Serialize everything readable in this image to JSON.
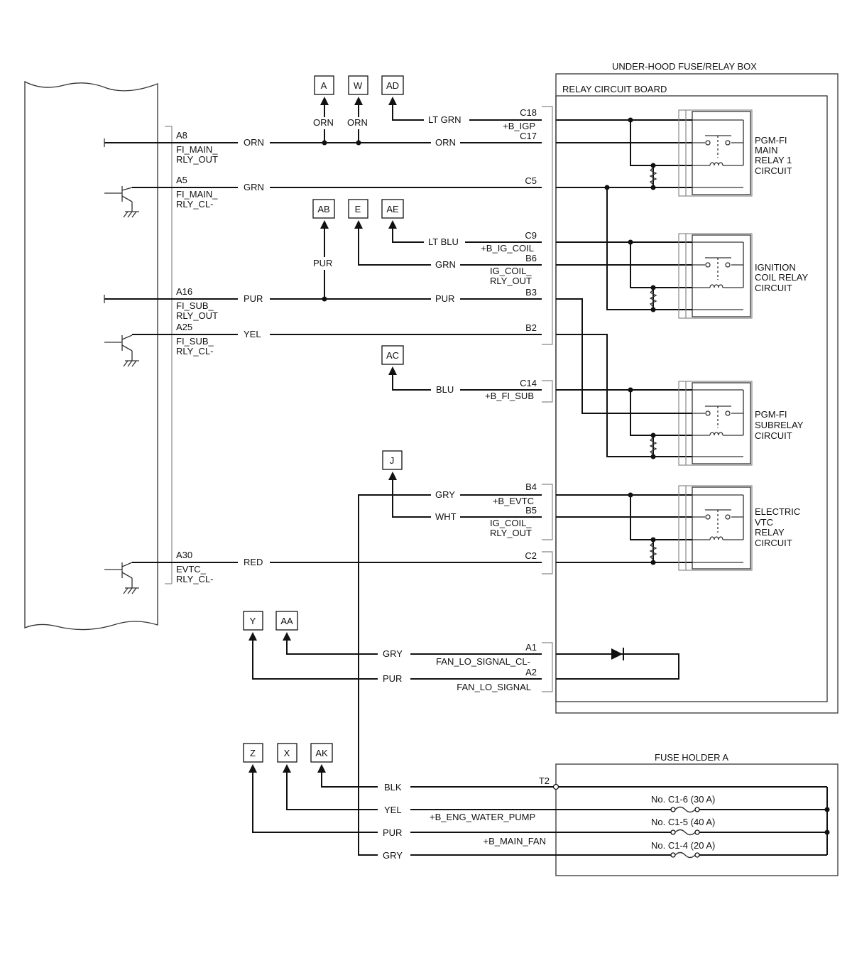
{
  "boxes": {
    "underhood_title": "UNDER-HOOD FUSE/RELAY BOX",
    "relay_board_title": "RELAY CIRCUIT BOARD",
    "fuse_holder_title": "FUSE HOLDER A"
  },
  "ecm_pins": [
    {
      "pin": "A8",
      "name1": "FI_MAIN_",
      "name2": "RLY_OUT",
      "color": "ORN"
    },
    {
      "pin": "A5",
      "name1": "FI_MAIN_",
      "name2": "RLY_CL-",
      "color": "GRN"
    },
    {
      "pin": "A16",
      "name1": "FI_SUB_",
      "name2": "RLY_OUT",
      "color": "PUR"
    },
    {
      "pin": "A25",
      "name1": "FI_SUB_",
      "name2": "RLY_CL-",
      "color": "YEL"
    },
    {
      "pin": "A30",
      "name1": "EVTC_",
      "name2": "RLY_CL-",
      "color": "RED"
    }
  ],
  "connectors": {
    "A": "A",
    "W": "W",
    "AD": "AD",
    "AB": "AB",
    "E": "E",
    "AE": "AE",
    "AC": "AC",
    "J": "J",
    "Y": "Y",
    "AA": "AA",
    "Z": "Z",
    "X": "X",
    "AK": "AK"
  },
  "wires": {
    "orn_a": "ORN",
    "orn_w": "ORN",
    "ltgrn": "LT GRN",
    "orn_c17": "ORN",
    "pur_ab": "PUR",
    "ltblu": "LT BLU",
    "grn_b6": "GRN",
    "pur_b3": "PUR",
    "blu": "BLU",
    "gry_b4": "GRY",
    "wht_b5": "WHT",
    "gry_a1": "GRY",
    "pur_a2": "PUR",
    "blk_t2": "BLK",
    "yel_fh": "YEL",
    "pur_fh": "PUR",
    "gry_fh": "GRY"
  },
  "terminals": {
    "c18": "C18",
    "c18_sig": "+B_IGP",
    "c17": "C17",
    "c5": "C5",
    "c9": "C9",
    "c9_sig": "+B_IG_COIL",
    "b6": "B6",
    "b6_sig1": "IG_COIL_",
    "b6_sig2": "RLY_OUT",
    "b3": "B3",
    "b2": "B2",
    "c14": "C14",
    "c14_sig": "+B_FI_SUB",
    "b4": "B4",
    "b4_sig": "+B_EVTC",
    "b5": "B5",
    "b5_sig1": "IG_COIL_",
    "b5_sig2": "RLY_OUT",
    "c2": "C2",
    "a1": "A1",
    "a1_sig": "FAN_LO_SIGNAL_CL-",
    "a2": "A2",
    "a2_sig": "FAN_LO_SIGNAL",
    "t2": "T2",
    "water_pump_sig": "+B_ENG_WATER_PUMP",
    "main_fan_sig": "+B_MAIN_FAN"
  },
  "relays": {
    "main1": [
      "PGM-FI",
      "MAIN",
      "RELAY 1",
      "CIRCUIT"
    ],
    "igcoil": [
      "IGNITION",
      "COIL RELAY",
      "CIRCUIT"
    ],
    "sub": [
      "PGM-FI",
      "SUBRELAY",
      "CIRCUIT"
    ],
    "evtc": [
      "ELECTRIC",
      "VTC",
      "RELAY",
      "CIRCUIT"
    ]
  },
  "fuses": {
    "f1": "No. C1-6 (30 A)",
    "f2": "No. C1-5 (40 A)",
    "f3": "No. C1-4 (20 A)"
  }
}
